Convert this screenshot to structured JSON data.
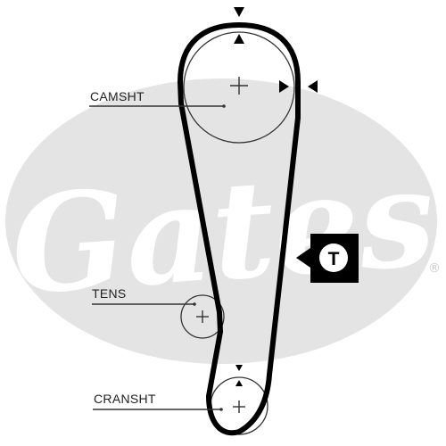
{
  "diagram": {
    "labels": {
      "camshaft": "CAMSHT",
      "tensioner": "TENS",
      "crankshaft": "CRANSHT"
    },
    "tensioner_badge": "T",
    "watermark": {
      "brand": "Gates",
      "registered": "®"
    },
    "colors": {
      "belt": "#000000",
      "watermark": "#e4e4e4",
      "badge_background": "#000000",
      "badge_circle": "#ffffff"
    },
    "icons": [
      "alignment-mark-icon",
      "cross-icon",
      "tensioner-badge-icon"
    ]
  }
}
